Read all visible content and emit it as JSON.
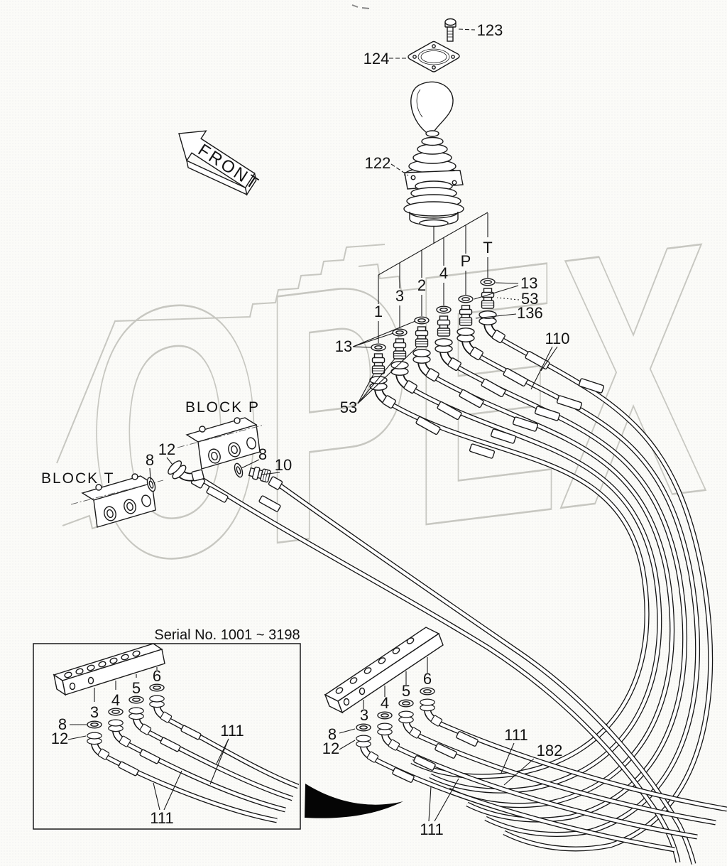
{
  "watermark": {
    "text": "OPEX"
  },
  "front_arrow": {
    "label": "FRONT"
  },
  "top_assembly": {
    "bolt": "123",
    "plate": "124",
    "valve": "122"
  },
  "ports": {
    "p1": "1",
    "p3": "3",
    "p2": "2",
    "p4": "4",
    "pp": "P",
    "pt": "T"
  },
  "main_callouts": {
    "oring_left": "13",
    "fitting_left": "53",
    "oring_right": "13",
    "fitting_right": "53",
    "elbow_right": "136",
    "hose": "110"
  },
  "blocks": {
    "block_p": "BLOCK P",
    "block_t": "BLOCK T",
    "oring_a": "8",
    "elbow": "12",
    "oring_b": "8",
    "fitting": "10"
  },
  "left_detail": {
    "serial": "Serial No. 1001 ~ 3198",
    "port3": "3",
    "port4": "4",
    "port5": "5",
    "port6": "6",
    "oring": "8",
    "elbow": "12",
    "hose_upper": "111",
    "hose_lower": "111"
  },
  "right_detail": {
    "port3": "3",
    "port4": "4",
    "port5": "5",
    "port6": "6",
    "oring": "8",
    "elbow": "12",
    "hose_upper": "111",
    "hose_long": "182",
    "hose_lower": "111"
  },
  "colors": {
    "line": "#1a1a1a",
    "watermark": "#c7c7c1",
    "background": "#fbfbf8"
  }
}
